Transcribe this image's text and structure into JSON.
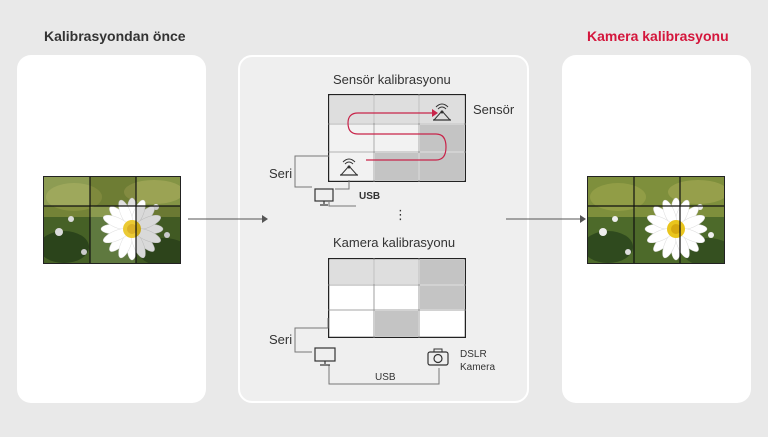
{
  "before": {
    "title": "Kalibrasyondan önce"
  },
  "after": {
    "title": "Kamera kalibrasyonu"
  },
  "sensor_section": {
    "title": "Sensör kalibrasyonu",
    "sensor_label": "Sensör",
    "serial_label": "Seri",
    "usb_label": "USB"
  },
  "camera_section": {
    "title": "Kamera kalibrasyonu",
    "serial_label": "Seri",
    "usb_label": "USB",
    "camera_line1": "DSLR",
    "camera_line2": "Kamera"
  },
  "ellipsis": "⋮",
  "colors": {
    "accent": "#d4163c",
    "sensor_path": "#c8244a"
  },
  "icons": {
    "sensor": "sensor-icon",
    "monitor": "monitor-icon",
    "camera": "camera-icon"
  }
}
